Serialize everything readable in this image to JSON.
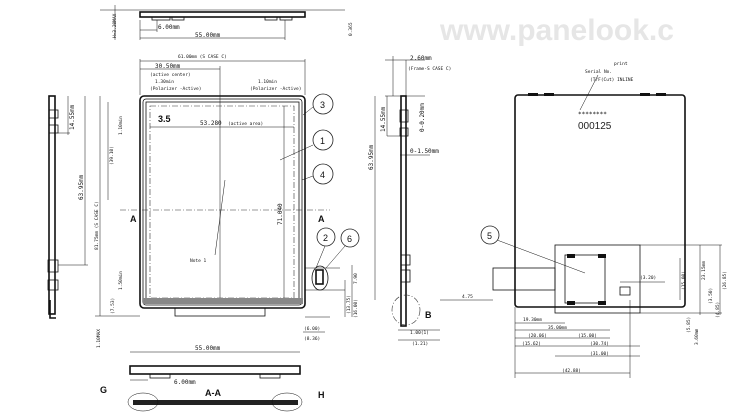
{
  "watermark": "www.panelook.c",
  "top_view": {
    "dim_left": "6.00mm",
    "dim_width": "55.00mm",
    "dim_height": "H=3.20MAX",
    "dim_thk": "0.365"
  },
  "front_view": {
    "outer_width": "61.00mm (S CASE C)",
    "active_center": "30.50mm",
    "active_center_note": "(active center)",
    "polarizer_left": "1.30min",
    "polarizer_left_note": "(Polarizer -Active)",
    "polarizer_right": "1.10min",
    "polarizer_right_note": "(Polarizer -Active)",
    "size_label": "3.5",
    "active_width": "53.280",
    "active_width_note": "(active area)",
    "active_height": "71.040",
    "left_dim_top": "14.55mm",
    "left_dim_mid": "63.95mm",
    "left_dim_outer": "81.75mm (S CASE C)",
    "left_dim_center": "(39.10)",
    "polarizer_top": "1.10min",
    "polarizer_bottom": "1.50min",
    "left_dim_bottom": "(7.53)",
    "bottom_max": "1.10MAX",
    "note": "Note 1",
    "section_mark": "A",
    "dims_conn": [
      "(6.00)",
      "(8.36)",
      "(13.75)",
      "(16.00)",
      "7.90"
    ]
  },
  "side_view": {
    "frame": "2.60mm",
    "frame_note": "(Frame-S CASE C)",
    "dim_a": "14.55mm",
    "dim_b": "63.95mm",
    "dim_c": "0-0.20mm",
    "dim_d": "0-1.50mm",
    "detail_mark": "B",
    "dims_bottom": [
      "1.00(1)",
      "(1.21)"
    ]
  },
  "back_view": {
    "serial_label": "Serial No.",
    "serial_print": "print",
    "serial_note": "(T/F(Cut) INLINE",
    "serial_mask": "********",
    "serial_number": "000125",
    "tab_dim": "4.75",
    "dims": [
      "19.30mm",
      "35.00mm",
      "(20.06)",
      "(15.00)",
      "(15.62)",
      "(30.74)",
      "(31.00)",
      "(42.88)",
      "(3.20)",
      "(15.00)",
      "23.15mm",
      "(26.85)",
      "(3.50)",
      "(4.85)",
      "(5.85)",
      "3.60mm"
    ]
  },
  "bottom_view": {
    "dim_left": "6.00mm",
    "dim_width": "55.00mm",
    "section_label": "A-A",
    "mark_left": "G",
    "mark_right": "H"
  },
  "balloons": [
    "1",
    "2",
    "3",
    "4",
    "5",
    "6"
  ]
}
